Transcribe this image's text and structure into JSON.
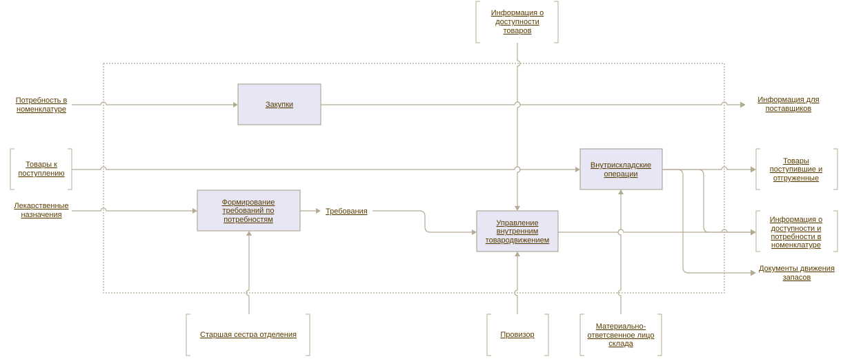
{
  "colors": {
    "link_text": "#5a3c00",
    "process_fill": "#e6e6f5",
    "line": "#b3ab93"
  },
  "processes": {
    "zakupki": "Закупки",
    "formirovanie": [
      "Формирование",
      "требований по",
      "потребностям"
    ],
    "upravlenie": [
      "Управление",
      "внутренним",
      "товародвижением"
    ],
    "vnutriskladskie": [
      "Внутрискладские",
      "операции"
    ]
  },
  "inputs": {
    "potrebnost": [
      "Потребность в",
      "номенклатуре"
    ],
    "tovary_k": [
      "Товары к",
      "поступлению"
    ],
    "lekarstvennye": [
      "Лекарственные",
      "назначения"
    ]
  },
  "top_input": {
    "info_dostupnosti": [
      "Информация о",
      "доступности",
      "товаров"
    ]
  },
  "outputs": {
    "info_postavshikov": [
      "Информация для",
      "поставщиков"
    ],
    "tovary_postupivshie": [
      "Товары",
      "поступившие и",
      "отгруженные"
    ],
    "info_dostupnosti_potrebnosti": [
      "Информация о",
      "доступности и",
      "потребности в",
      "номенклатуре"
    ],
    "dokumenty": [
      "Документы движения",
      "запасов"
    ]
  },
  "intermediate": {
    "trebovaniya": "Требования"
  },
  "mechanisms": {
    "starshaya": "Старшая сестра отделения",
    "provizor": "Провизор",
    "materialno": [
      "Материально-",
      "ответсвенное лицо",
      "склада"
    ]
  }
}
